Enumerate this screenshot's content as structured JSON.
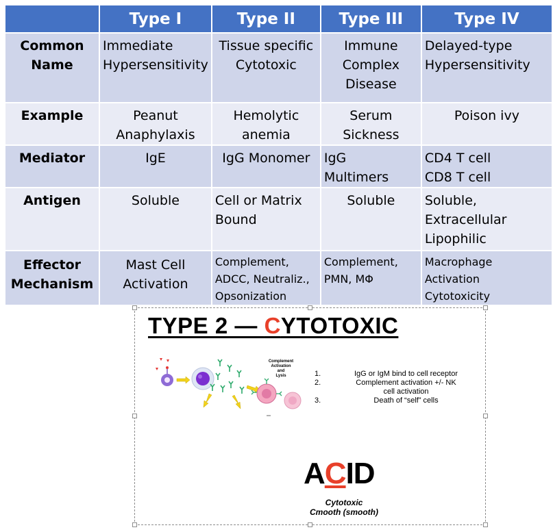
{
  "table": {
    "header_blank": "",
    "columns": [
      "Type I",
      "Type II",
      "Type III",
      "Type IV"
    ],
    "rows": [
      {
        "header": [
          "Common",
          "Name"
        ],
        "cells": [
          [
            "Immediate",
            "Hypersensitivity"
          ],
          [
            "Tissue specific",
            "Cytotoxic"
          ],
          [
            "Immune",
            "Complex",
            "Disease"
          ],
          [
            "Delayed-type",
            "Hypersensitivity"
          ]
        ]
      },
      {
        "header": [
          "Example"
        ],
        "cells": [
          [
            "Peanut",
            "Anaphylaxis"
          ],
          [
            "Hemolytic",
            "anemia"
          ],
          [
            "Serum",
            "Sickness"
          ],
          [
            "Poison ivy"
          ]
        ]
      },
      {
        "header": [
          "Mediator"
        ],
        "cells": [
          [
            "IgE"
          ],
          [
            "IgG Monomer"
          ],
          [
            "IgG",
            "Multimers"
          ],
          [
            "CD4 T cell",
            "CD8 T cell"
          ]
        ]
      },
      {
        "header": [
          "Antigen"
        ],
        "cells": [
          [
            "Soluble"
          ],
          [
            "Cell or Matrix",
            "Bound"
          ],
          [
            "Soluble"
          ],
          [
            "Soluble,",
            "Extracellular",
            "Lipophilic"
          ]
        ]
      },
      {
        "header": [
          "Effector",
          "Mechanism"
        ],
        "cells": [
          [
            "Mast Cell",
            "Activation"
          ],
          [
            "Complement,",
            "ADCC, Neutraliz.,",
            "Opsonization"
          ],
          [
            "Complement,",
            "PMN, MΦ"
          ],
          [
            "Macrophage",
            "Activation",
            "Cytotoxicity"
          ]
        ]
      }
    ]
  },
  "slide": {
    "title_pre": "TYPE 2 — ",
    "title_red": "C",
    "title_post": "YTOTOXIC",
    "illustration_label": [
      "Complement",
      "Activation",
      "and",
      "Lysis"
    ],
    "steps": [
      {
        "num": "1.",
        "lines": [
          "IgG or IgM bind to cell receptor"
        ]
      },
      {
        "num": "2.",
        "lines": [
          "Complement activation +/- NK",
          "cell activation"
        ]
      },
      {
        "num": "3.",
        "lines": [
          "Death of “self” cells"
        ]
      }
    ],
    "mnemonic": {
      "pre": "A",
      "highlight": "C",
      "post": "ID"
    },
    "caption": [
      "Cytotoxic",
      "Cmooth (smooth)"
    ]
  },
  "colors": {
    "header_bg": "#4472c4",
    "row_dark": "#cfd5ea",
    "row_light": "#e9ebf5",
    "accent_red": "#e8402a"
  }
}
